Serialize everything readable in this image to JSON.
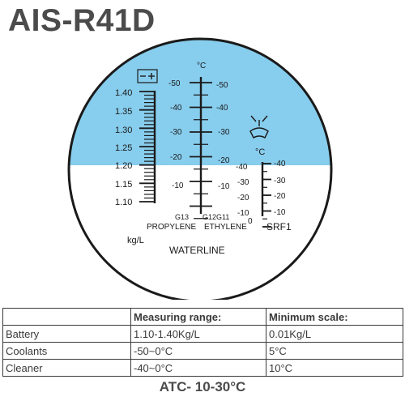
{
  "model": "AIS-R41D",
  "colors": {
    "sky": "#87CDED",
    "ink": "#1a1a1a",
    "title": "#4b4b4b"
  },
  "scale": {
    "battery_icon": "battery-icon",
    "battery_ticks": [
      "1.40",
      "1.35",
      "1.30",
      "1.25",
      "1.20",
      "1.15",
      "1.10"
    ],
    "battery_unit": "kg/L",
    "center_unit": "°C",
    "propylene_ticks": [
      "-50",
      "-40",
      "-30",
      "-20",
      "-10"
    ],
    "ethylene_ticks": [
      "-50",
      "-40",
      "-30",
      "-20",
      "-10"
    ],
    "propylene_code": "G13",
    "propylene_name": "PROPYLENE",
    "ethylene_code": "G12G11",
    "ethylene_name": "ETHYLENE",
    "cleaner_icon": "windshield-washer-icon",
    "cleaner_unit": "°C",
    "cleaner_ticks": [
      "-40",
      "-30",
      "-20",
      "-10",
      "0"
    ],
    "cleaner_name": "SRF1",
    "waterline": "WATERLINE"
  },
  "table": {
    "headers": [
      "",
      "Measuring range:",
      "Minimum scale:"
    ],
    "rows": [
      [
        "Battery",
        "1.10-1.40Kg/L",
        "0.01Kg/L"
      ],
      [
        "Coolants",
        "-50~0°C",
        "5°C"
      ],
      [
        "Cleaner",
        "-40~0°C",
        "10°C"
      ]
    ]
  },
  "footer": "ATC- 10-30°C"
}
